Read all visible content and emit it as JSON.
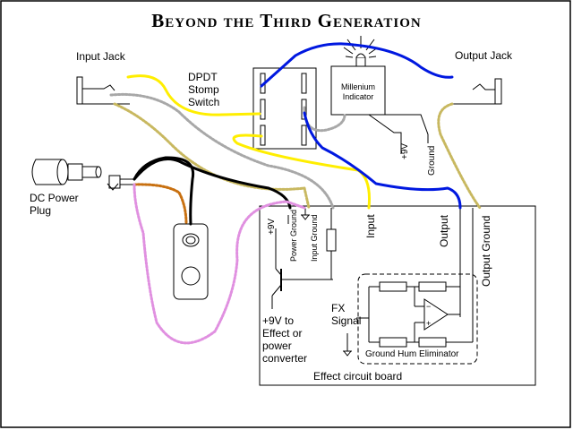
{
  "title": "Beyond the Third Generation",
  "labels": {
    "input_jack": "Input Jack",
    "output_jack": "Output Jack",
    "dpdt_line1": "DPDT",
    "dpdt_line2": "Stomp",
    "dpdt_line3": "Switch",
    "indicator_line1": "Millenium",
    "indicator_line2": "Indicator",
    "nine_v": "+9V",
    "ground": "Ground",
    "dc_line1": "DC Power",
    "dc_line2": "Plug",
    "board_nine_v": "+9V",
    "power_ground": "Power Ground",
    "input_ground": "Input Ground",
    "input": "Input",
    "output": "Output",
    "output_ground": "Output Ground",
    "to_effect_line1": "+9V to",
    "to_effect_line2": "Effect or",
    "to_effect_line3": "power",
    "to_effect_line4": "converter",
    "fx_line1": "FX",
    "fx_line2": "Signal",
    "hum_eliminator": "Ground Hum Eliminator",
    "board": "Effect circuit board"
  },
  "wire_colors": {
    "yellow": "#ffee00",
    "blue": "#0018e0",
    "gray": "#a8a8a8",
    "black": "#000000",
    "brown": "#c87010",
    "khaki": "#c8b860",
    "pink": "#e090e0"
  }
}
